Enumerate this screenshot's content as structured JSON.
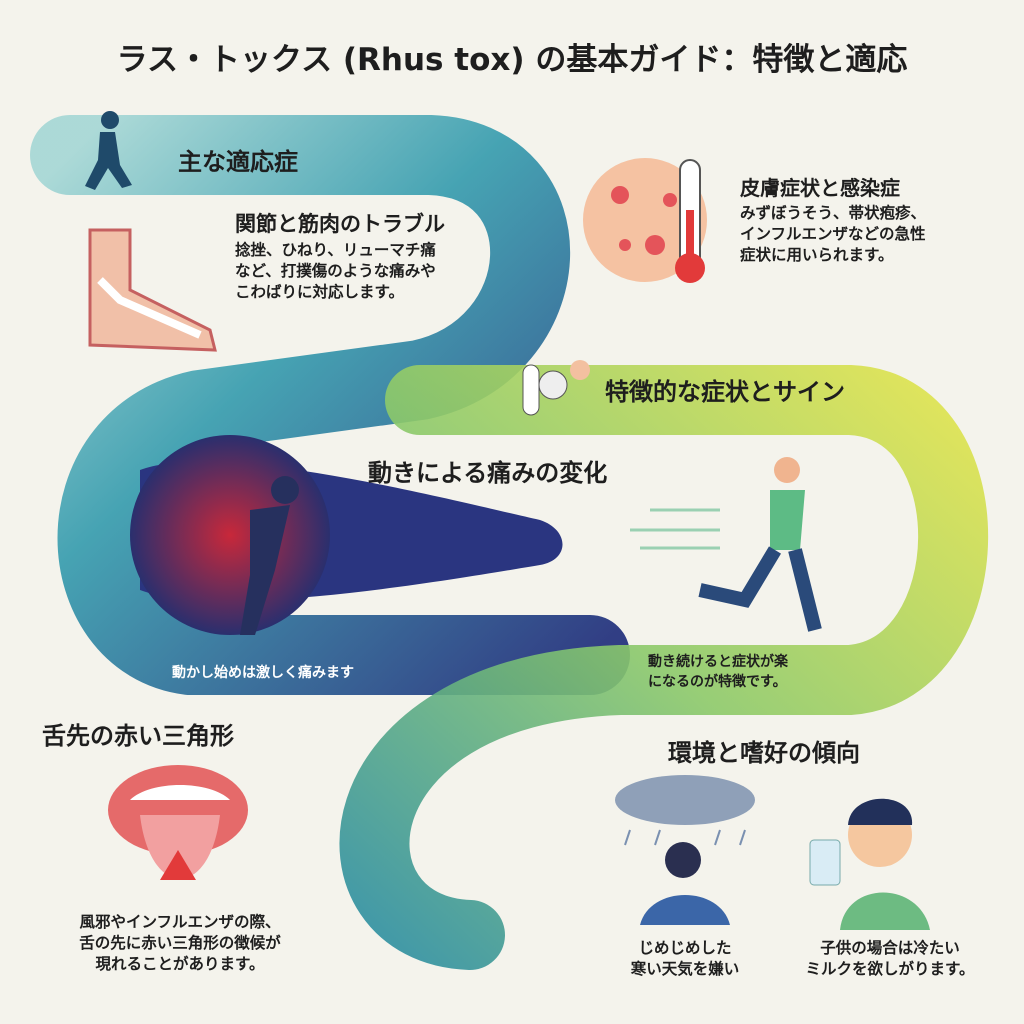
{
  "title": "ラス・トックス (Rhus tox) の基本ガイド：特徴と適応",
  "sections": {
    "indications": {
      "heading": "主な適応症"
    },
    "joints": {
      "heading": "関節と筋肉のトラブル",
      "body": [
        "捻挫、ひねり、リューマチ痛",
        "など、打撲傷のような痛みや",
        "こわばりに対応します。"
      ]
    },
    "skin": {
      "heading": "皮膚症状と感染症",
      "body": [
        "みずぼうそう、帯状疱疹、",
        "インフルエンザなどの急性",
        "症状に用いられます。"
      ]
    },
    "signs": {
      "heading": "特徴的な症状とサイン"
    },
    "movement": {
      "heading": "動きによる痛みの変化",
      "start_caption": "動かし始めは激しく痛みます",
      "continue_caption": [
        "動き続けると症状が楽",
        "になるのが特徴です。"
      ]
    },
    "tongue": {
      "heading": "舌先の赤い三角形",
      "body": [
        "風邪やインフルエンザの際、",
        "舌の先に赤い三角形の徴候が",
        "現れることがあります。"
      ]
    },
    "environment": {
      "heading": "環境と嗜好の傾向",
      "weather": [
        "じめじめした",
        "寒い天気を嫌い"
      ],
      "milk": [
        "子供の場合は冷たい",
        "ミルクを欲しがります。"
      ]
    }
  },
  "colors": {
    "blue": "#2a3f8f",
    "teal": "#3aa7a8",
    "lime": "#d9e04a",
    "red": "#e23a3a"
  }
}
